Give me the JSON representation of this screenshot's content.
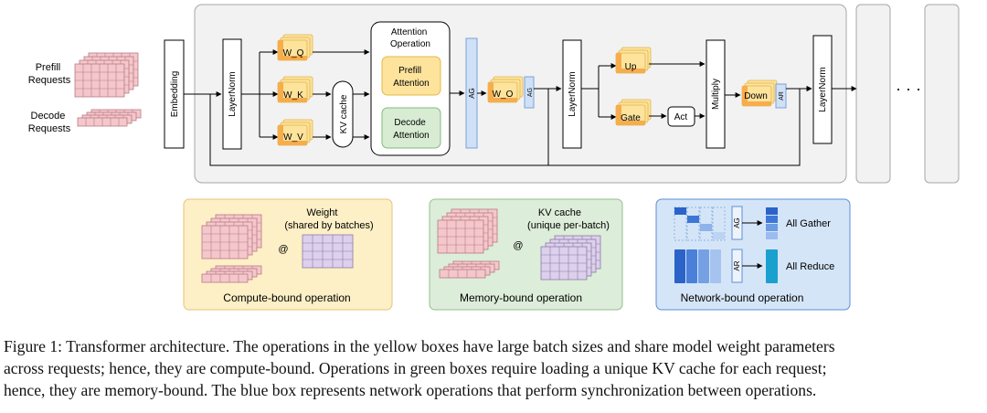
{
  "figure": {
    "inputs": {
      "prefill": [
        "Prefill",
        "Requests"
      ],
      "decode": [
        "Decode",
        "Requests"
      ]
    },
    "blocks": {
      "embedding": "Embedding",
      "layernorm": "LayerNorm",
      "w_q": "W_Q",
      "w_k": "W_K",
      "w_v": "W_V",
      "kv_cache": "KV cache",
      "attention_title": [
        "Attention",
        "Operation"
      ],
      "prefill_attention": [
        "Prefill",
        "Attention"
      ],
      "decode_attention": [
        "Decode",
        "Attention"
      ],
      "ag": "AG",
      "w_o": "W_O",
      "up": "Up",
      "gate": "Gate",
      "act": "Act",
      "multiply": "Multiply",
      "down": "Down",
      "ar": "AR",
      "ellipsis": "· · ·"
    },
    "legend": {
      "compute": {
        "weight_label": [
          "Weight",
          "(shared by batches)"
        ],
        "at": "@",
        "title": "Compute-bound operation"
      },
      "memory": {
        "kv_label": [
          "KV cache",
          "(unique per-batch)"
        ],
        "at": "@",
        "title": "Memory-bound operation"
      },
      "network": {
        "ag": "AG",
        "ar": "AR",
        "all_gather": "All Gather",
        "all_reduce": "All Reduce",
        "title": "Network-bound operation"
      }
    },
    "colors": {
      "request_fill": "#f4c7cc",
      "weight_fill": "#ddd0ec",
      "yellow_block": "#fde39c",
      "orange_block": "#f6ad4c",
      "green_block": "#d7ecd3",
      "blue_block": "#cfe0f7",
      "compute_bg": "#fdefc6",
      "memory_bg": "#dcedd9",
      "network_bg": "#d5e5f8",
      "panel_bg": "#f2f2f2"
    }
  },
  "caption": [
    "Figure 1: Transformer architecture. The operations in the yellow boxes have large batch sizes and share model weight parameters",
    "across requests; hence, they are compute-bound. Operations in green boxes require loading a unique KV cache for each request;",
    "hence, they are memory-bound. The blue box represents network operations that perform synchronization between operations."
  ]
}
